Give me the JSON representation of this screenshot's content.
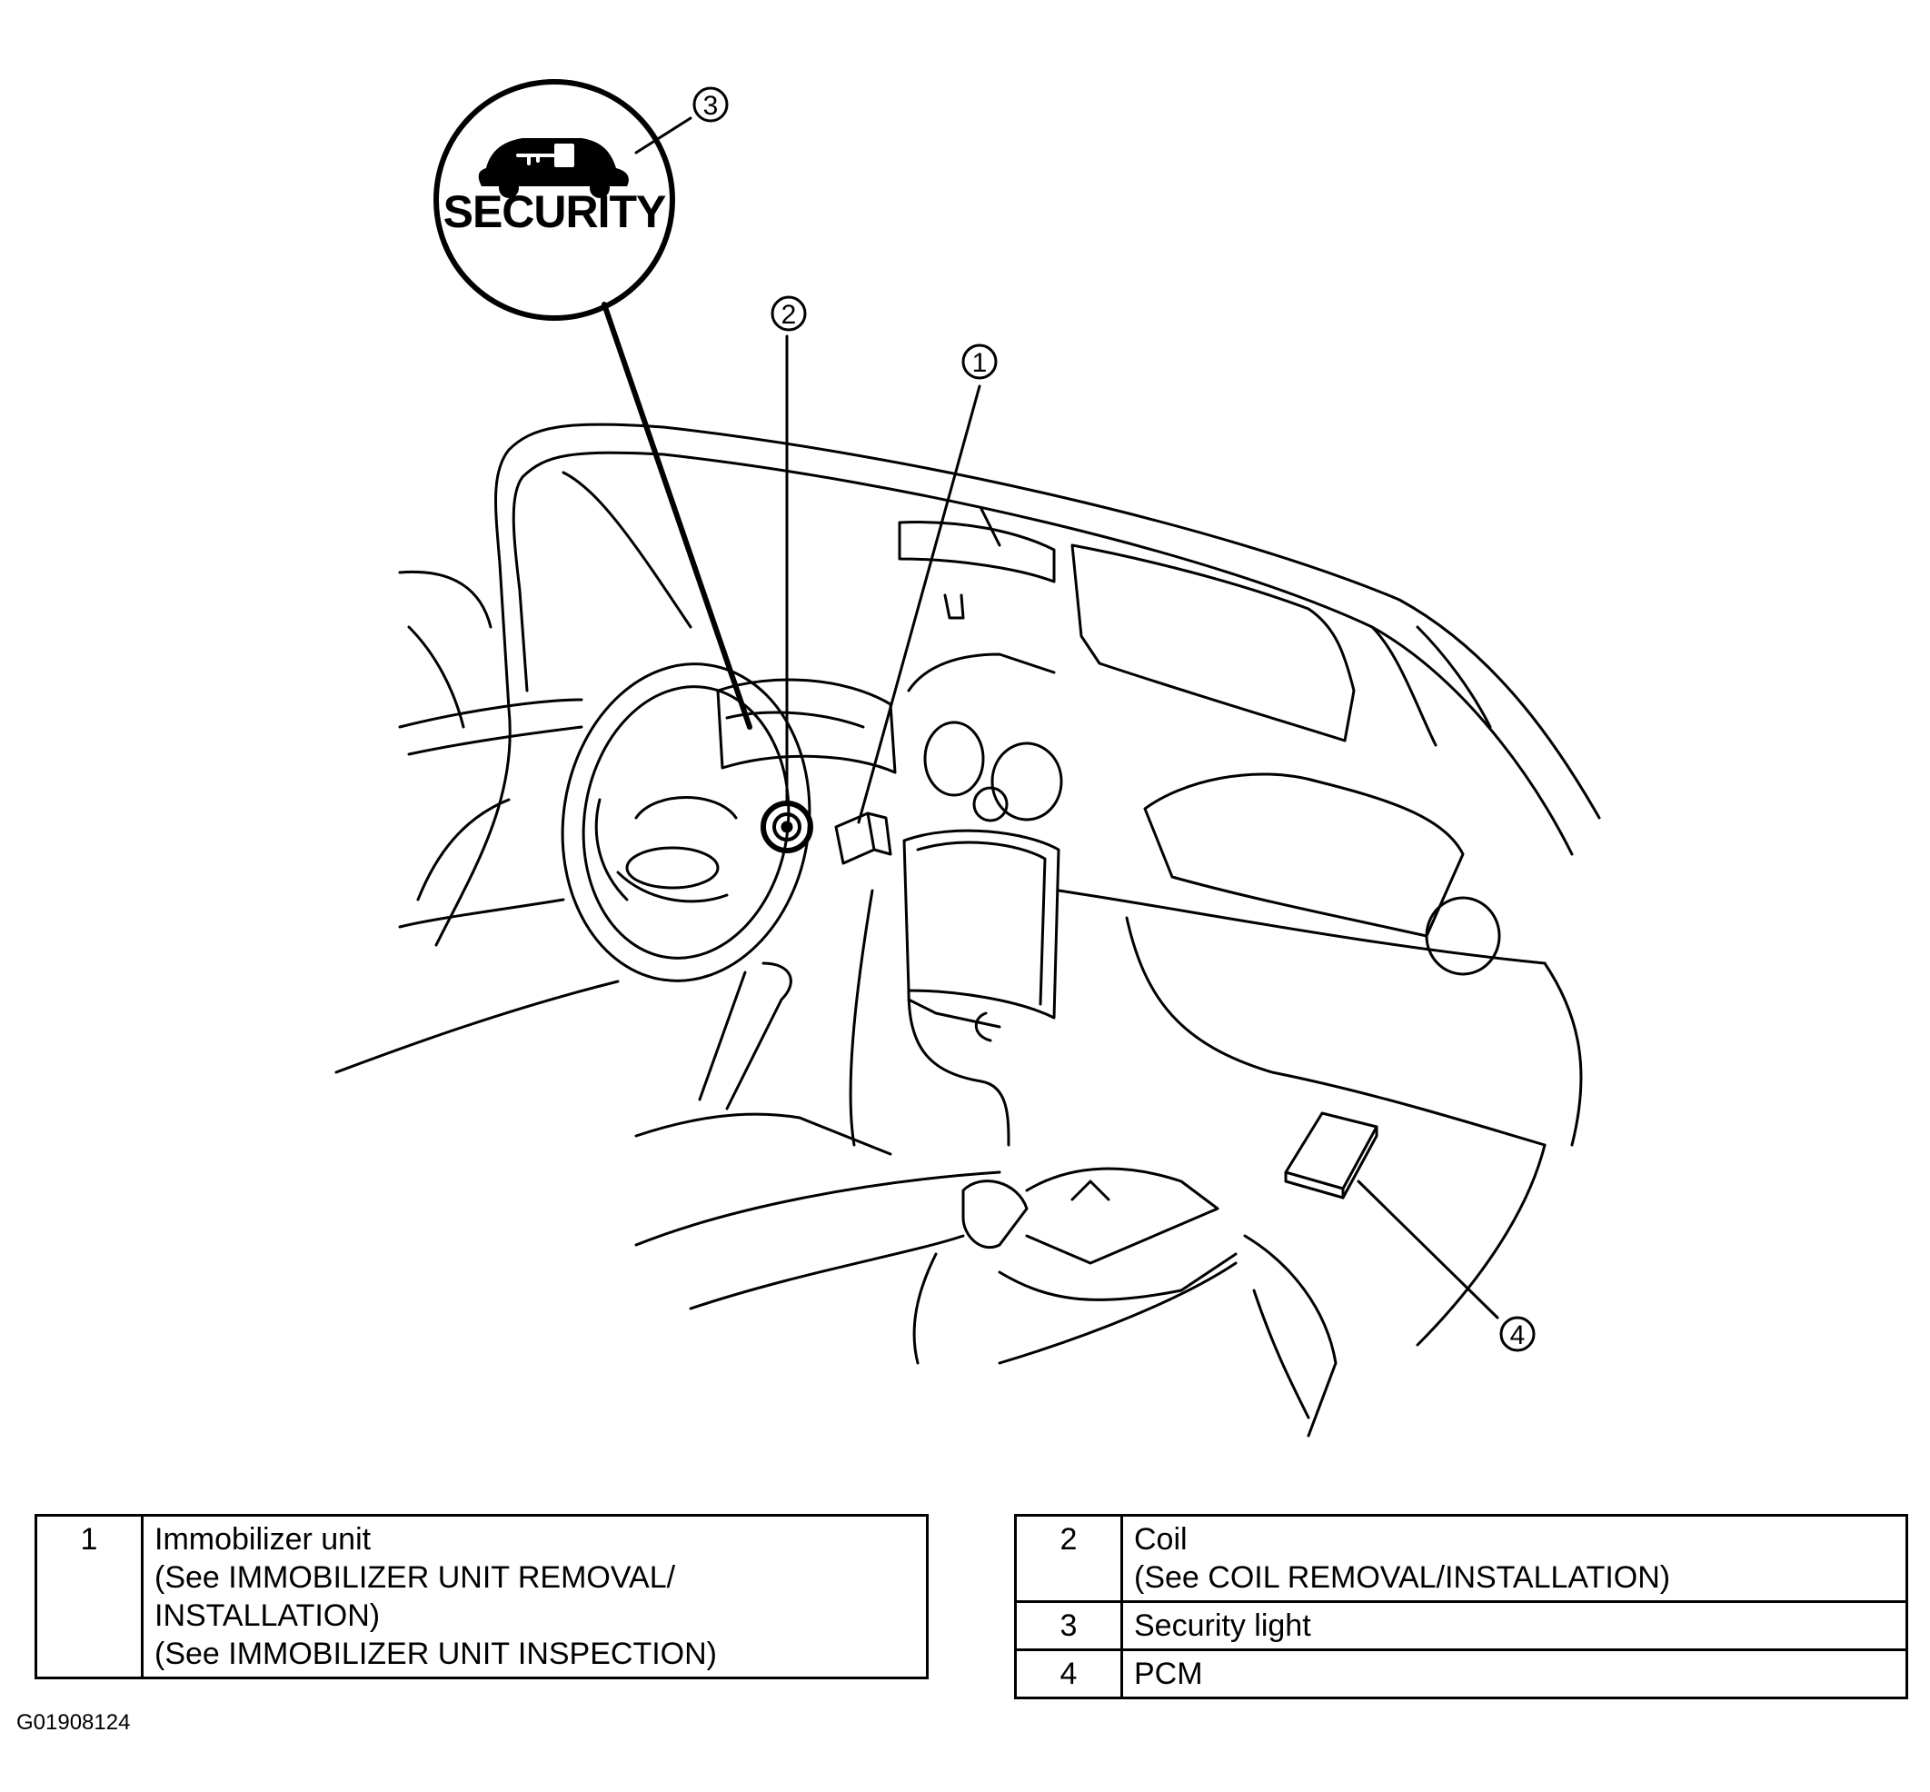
{
  "badge": {
    "label": "SECURITY",
    "icon": "car-key-icon"
  },
  "callouts": [
    "1",
    "2",
    "3",
    "4"
  ],
  "legend_left": [
    {
      "num": "1",
      "name": "Immobilizer unit",
      "refs": [
        "(See IMMOBILIZER UNIT REMOVAL/",
        "INSTALLATION)",
        "(See IMMOBILIZER UNIT INSPECTION)"
      ]
    }
  ],
  "legend_right": [
    {
      "num": "2",
      "name": "Coil",
      "refs": [
        "(See COIL REMOVAL/INSTALLATION)"
      ]
    },
    {
      "num": "3",
      "name": "Security light"
    },
    {
      "num": "4",
      "name": "PCM"
    }
  ],
  "figure_id": "G01908124"
}
